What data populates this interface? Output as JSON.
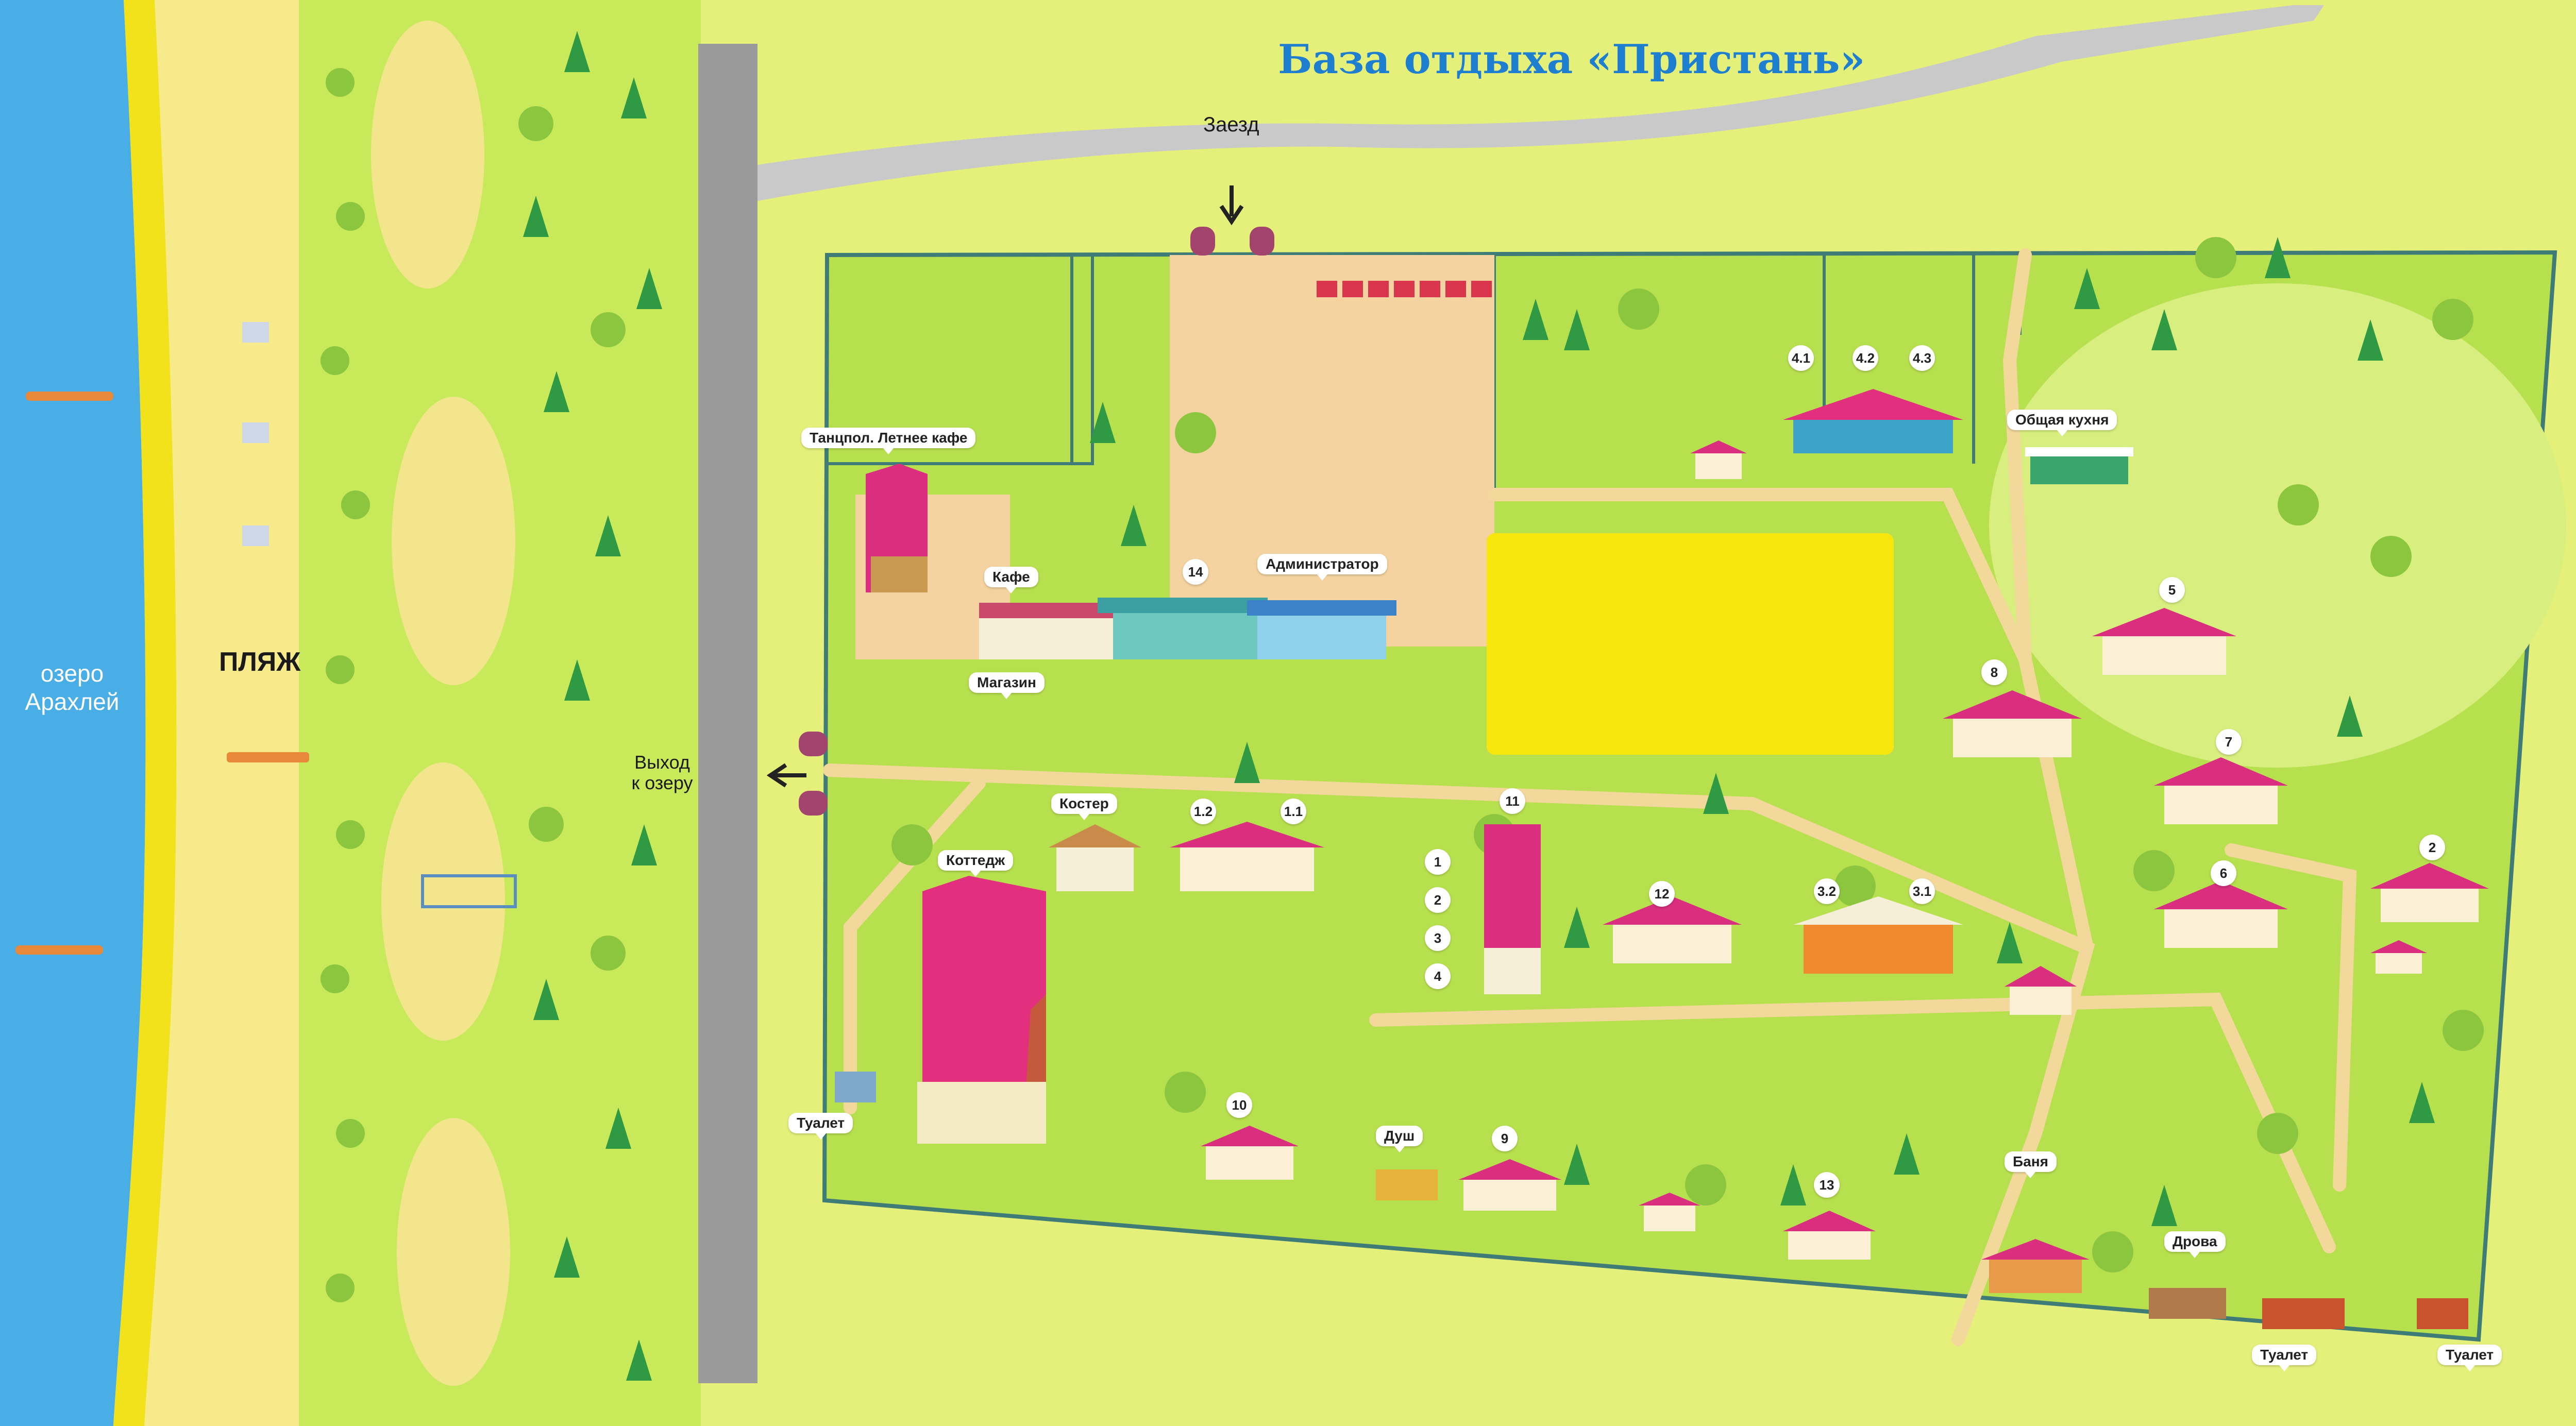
{
  "title": "База отдыха «Пристань»",
  "map": {
    "lake_label": "озеро\nАрахлей",
    "beach_label": "ПЛЯЖ",
    "entry_label": "Заезд",
    "exit_label": "Выход\nк озеру"
  },
  "places": {
    "dance_cafe": "Танцпол. Летнее кафе",
    "cafe": "Кафе",
    "admin": "Администратор",
    "shop": "Магазин",
    "bonfire": "Костер",
    "cottage": "Коттедж",
    "toilet_west": "Туалет",
    "shower": "Душ",
    "sauna": "Баня",
    "firewood": "Дрова",
    "toilet_se1": "Туалет",
    "toilet_se2": "Туалет",
    "kitchen": "Общая кухня"
  },
  "numbers": {
    "n14": "14",
    "n1_2": "1.2",
    "n1_1": "1.1",
    "n11": "11",
    "f1": "1",
    "f2": "2",
    "f3": "3",
    "f4": "4",
    "n12": "12",
    "n3_2": "3.2",
    "n3_1": "3.1",
    "n4_1": "4.1",
    "n4_2": "4.2",
    "n4_3": "4.3",
    "n5": "5",
    "n8": "8",
    "n7": "7",
    "n6": "6",
    "n2": "2",
    "n10": "10",
    "n9": "9",
    "n13": "13"
  },
  "colors": {
    "lake": "#4aaee6",
    "sand": "#f7ea8a",
    "grass": "#b7e04e",
    "road": "#9a9a9a",
    "roof": "#e0307a",
    "title": "#1e7fd0"
  }
}
